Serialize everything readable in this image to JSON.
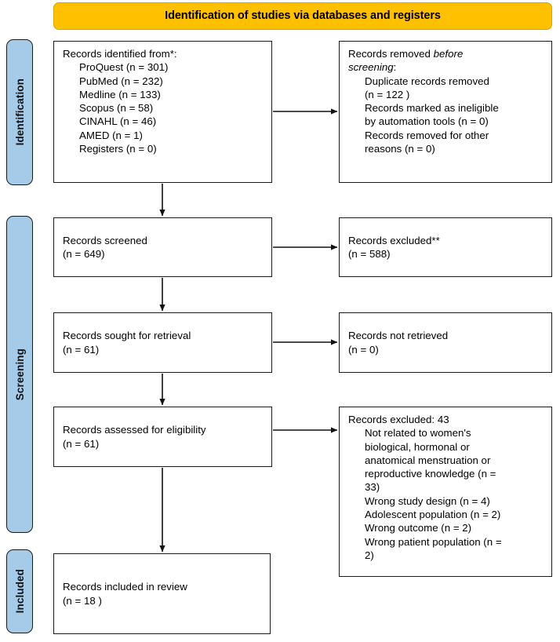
{
  "header": {
    "title": "Identification of studies via databases and registers",
    "color": "#FFC000"
  },
  "stages": {
    "identification": "Identification",
    "screening": "Screening",
    "included": "Included",
    "color": "#A6CBE9"
  },
  "boxes": {
    "identified": {
      "title": "Records identified from*:",
      "items": [
        "ProQuest (n = 301)",
        "PubMed (n = 232)",
        "Medline (n = 133)",
        "Scopus (n = 58)",
        "CINAHL (n = 46)",
        "AMED (n = 1)",
        "Registers (n = 0)"
      ]
    },
    "removed": {
      "title_pre": "Records removed ",
      "title_em": "before",
      "title_em2": "screening",
      "title_post": ":",
      "items": [
        "Duplicate records removed",
        "(n = 122 )",
        "Records marked as ineligible",
        "by automation tools (n = 0)",
        "Records removed for other",
        "reasons (n = 0)"
      ]
    },
    "screened": {
      "line1": "Records screened",
      "line2": "(n = 649)"
    },
    "excluded": {
      "line1": "Records excluded**",
      "line2": "(n = 588)"
    },
    "sought": {
      "line1": "Records sought for retrieval",
      "line2": "(n = 61)"
    },
    "not_retrieved": {
      "line1": "Records not retrieved",
      "line2": "(n = 0)"
    },
    "assessed": {
      "line1": "Records assessed for eligibility",
      "line2": "(n = 61)"
    },
    "excluded_reasons": {
      "title": "Records excluded: 43",
      "items": [
        "Not related to women's",
        "biological, hormonal or",
        "anatomical menstruation or",
        "reproductive knowledge (n =",
        "33)",
        "Wrong study design (n = 4)",
        "Adolescent population (n = 2)",
        "Wrong outcome (n = 2)",
        "Wrong patient population (n =",
        "2)"
      ]
    },
    "included": {
      "line1": "Records included in review",
      "line2": "(n = 18 )"
    }
  },
  "chart_data": {
    "type": "diagram",
    "title": "Identification of studies via databases and registers",
    "diagram_kind": "PRISMA 2020 flow diagram",
    "stages": [
      "Identification",
      "Screening",
      "Included"
    ],
    "nodes": [
      {
        "id": "identified",
        "stage": "Identification",
        "side": "left",
        "label": "Records identified from*",
        "total_note": "databases and registers",
        "sources": [
          {
            "name": "ProQuest",
            "n": 301
          },
          {
            "name": "PubMed",
            "n": 232
          },
          {
            "name": "Medline",
            "n": 133
          },
          {
            "name": "Scopus",
            "n": 58
          },
          {
            "name": "CINAHL",
            "n": 46
          },
          {
            "name": "AMED",
            "n": 1
          },
          {
            "name": "Registers",
            "n": 0
          }
        ]
      },
      {
        "id": "removed",
        "stage": "Identification",
        "side": "right",
        "label": "Records removed before screening",
        "reasons": [
          {
            "name": "Duplicate records removed",
            "n": 122
          },
          {
            "name": "Records marked as ineligible by automation tools",
            "n": 0
          },
          {
            "name": "Records removed for other reasons",
            "n": 0
          }
        ]
      },
      {
        "id": "screened",
        "stage": "Screening",
        "side": "left",
        "label": "Records screened",
        "n": 649
      },
      {
        "id": "excluded",
        "stage": "Screening",
        "side": "right",
        "label": "Records excluded**",
        "n": 588
      },
      {
        "id": "sought",
        "stage": "Screening",
        "side": "left",
        "label": "Records sought for retrieval",
        "n": 61
      },
      {
        "id": "not_retrieved",
        "stage": "Screening",
        "side": "right",
        "label": "Records not retrieved",
        "n": 0
      },
      {
        "id": "assessed",
        "stage": "Screening",
        "side": "left",
        "label": "Records assessed for eligibility",
        "n": 61
      },
      {
        "id": "excluded_reasons",
        "stage": "Screening",
        "side": "right",
        "label": "Records excluded",
        "n": 43,
        "reasons": [
          {
            "name": "Not related to women's biological, hormonal or anatomical menstruation or reproductive knowledge",
            "n": 33
          },
          {
            "name": "Wrong study design",
            "n": 4
          },
          {
            "name": "Adolescent population",
            "n": 2
          },
          {
            "name": "Wrong outcome",
            "n": 2
          },
          {
            "name": "Wrong patient population",
            "n": 2
          }
        ]
      },
      {
        "id": "included",
        "stage": "Included",
        "side": "left",
        "label": "Records included in review",
        "n": 18
      }
    ],
    "edges": [
      {
        "from": "identified",
        "to": "removed",
        "direction": "right"
      },
      {
        "from": "identified",
        "to": "screened",
        "direction": "down"
      },
      {
        "from": "screened",
        "to": "excluded",
        "direction": "right"
      },
      {
        "from": "screened",
        "to": "sought",
        "direction": "down"
      },
      {
        "from": "sought",
        "to": "not_retrieved",
        "direction": "right"
      },
      {
        "from": "sought",
        "to": "assessed",
        "direction": "down"
      },
      {
        "from": "assessed",
        "to": "excluded_reasons",
        "direction": "right"
      },
      {
        "from": "assessed",
        "to": "included",
        "direction": "down"
      }
    ]
  }
}
